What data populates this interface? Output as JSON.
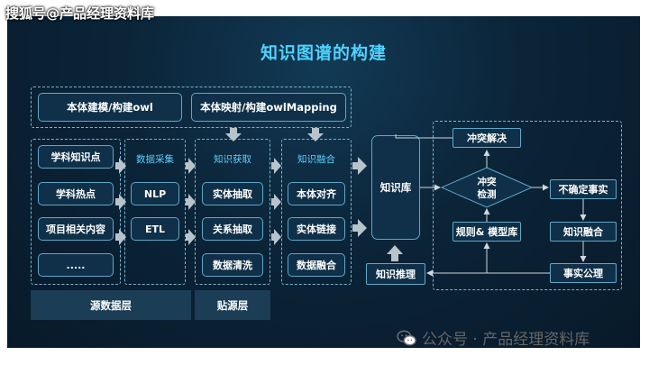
{
  "watermark": "搜狐号@产品经理资料库",
  "title": "知识图谱的构建",
  "top_row": {
    "ontology_modeling": "本体建模/构建owl",
    "ontology_mapping": "本体映射/构建owlMapping"
  },
  "source_column": {
    "items": [
      "学科知识点",
      "学科热点",
      "项目相关内容",
      "....."
    ],
    "label": "源数据层"
  },
  "collection_column": {
    "header": "数据采集",
    "items": [
      "NLP",
      "ETL"
    ]
  },
  "acquisition_column": {
    "header": "知识获取",
    "items": [
      "实体抽取",
      "关系抽取",
      "数据清洗"
    ],
    "label": "贴源层"
  },
  "fusion_column": {
    "header": "知识融合",
    "items": [
      "本体对齐",
      "实体链接",
      "数据融合"
    ]
  },
  "knowledge_base": "知识库",
  "reasoning": "知识推理",
  "right_panel": {
    "conflict_resolution": "冲突解决",
    "conflict_detection_line1": "冲突",
    "conflict_detection_line2": "检测",
    "uncertain_facts": "不确定事实",
    "rules_models": "规则& 模型库",
    "knowledge_fusion": "知识融合",
    "fact_axioms": "事实公理"
  },
  "footer": "公众号 · 产品经理资料库",
  "colors": {
    "background": "#0b2438",
    "title": "#4fd2ff",
    "box_fill": "#0f3048",
    "box_border": "#5fa8c8",
    "arrow": "#b8c4cc"
  }
}
